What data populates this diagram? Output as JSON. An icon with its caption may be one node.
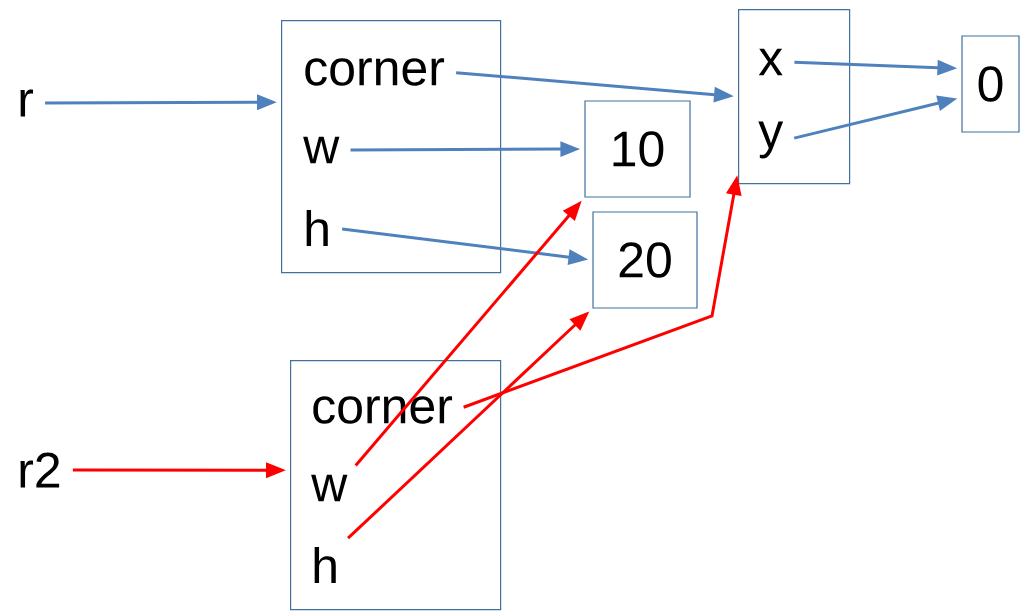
{
  "diagram": {
    "nodes": [
      {
        "text": [
          "r"
        ]
      },
      {
        "text": [],
        "shape": "box"
      },
      {
        "text": [
          "corner"
        ],
        "in": 1
      },
      {
        "text": [
          "w"
        ],
        "in": 1
      },
      {
        "text": [
          "h"
        ],
        "in": 1
      },
      {
        "text": [],
        "shape": "box"
      },
      {
        "text": [
          "x"
        ],
        "in": 5
      },
      {
        "text": [
          "y"
        ],
        "in": 5
      },
      {
        "text": [
          "0"
        ]
      },
      {
        "text": [
          "10"
        ]
      },
      {
        "text": [
          "20"
        ]
      },
      {
        "text": [
          "r2"
        ]
      },
      {
        "text": [],
        "shape": "box"
      },
      {
        "text": [
          "corner"
        ],
        "in": 12
      },
      {
        "text": [
          "w"
        ],
        "in": 12
      },
      {
        "text": [
          "h"
        ],
        "in": 12
      }
    ],
    "edges": [
      {
        "from": 0,
        "to": 1,
        "arrow": "to"
      },
      {
        "from": 2,
        "to": 5,
        "arrow": "to"
      },
      {
        "from": 3,
        "to": 9,
        "arrow": "to"
      },
      {
        "from": 4,
        "to": 10,
        "arrow": "to"
      },
      {
        "from": 6,
        "to": 8,
        "arrow": "to"
      },
      {
        "from": 7,
        "to": 8,
        "arrow": "to"
      },
      {
        "from": 11,
        "to": 12,
        "arrow": "to",
        "color": "#ff0000"
      },
      {
        "from": 13,
        "to": 5,
        "arrow": "to",
        "color": "#ff0000"
      },
      {
        "from": 14,
        "to": 9,
        "arrow": "to",
        "color": "#ff0000"
      },
      {
        "from": 15,
        "to": 10,
        "arrow": "to",
        "color": "#ff0000"
      }
    ]
  }
}
